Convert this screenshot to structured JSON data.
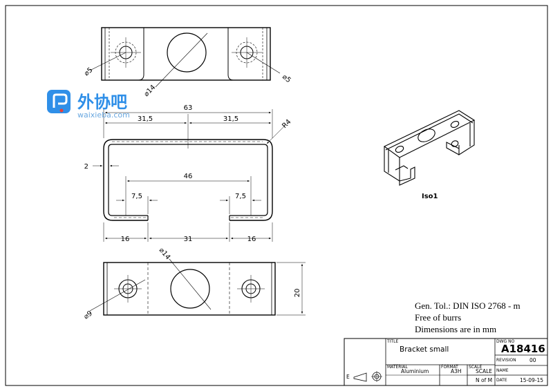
{
  "watermark": {
    "brand_text": "外协吧",
    "url_text": "waixieba.com"
  },
  "views": {
    "top": {
      "dia_left": "⌀5",
      "dia_center": "⌀14",
      "dia_right": "⌀5"
    },
    "front": {
      "overall": "63",
      "half_left": "31,5",
      "half_right": "31,5",
      "radius": "R4",
      "thickness": "2",
      "inner": "46",
      "flange_left": "7,5",
      "flange_right": "7,5",
      "bottom_left": "16",
      "bottom_mid": "31",
      "bottom_right": "16"
    },
    "bottom": {
      "dia_center": "⌀14",
      "dia_left": "⌀9",
      "height": "20"
    },
    "iso": {
      "label": "Iso1"
    }
  },
  "notes": {
    "line1": "Gen. Tol.: DIN ISO 2768 - m",
    "line2": "Free of burrs",
    "line3": "Dimensions are in mm"
  },
  "title_block": {
    "title_hdr": "TITLE",
    "title": "Bracket small",
    "dwg_hdr": "DWG NO",
    "dwg_no": "A18416",
    "rev_hdr": "REVISION",
    "rev": "00",
    "name_hdr": "NAME",
    "material_hdr": "MATERIAL",
    "material": "Aluminium",
    "format_hdr": "FORMAT",
    "format": "A3H",
    "scale_hdr": "SCALE",
    "scale": "SCALE",
    "sheet": "N of M",
    "date_hdr": "DATE",
    "date": "15-09-15",
    "projection_letter": "E"
  }
}
